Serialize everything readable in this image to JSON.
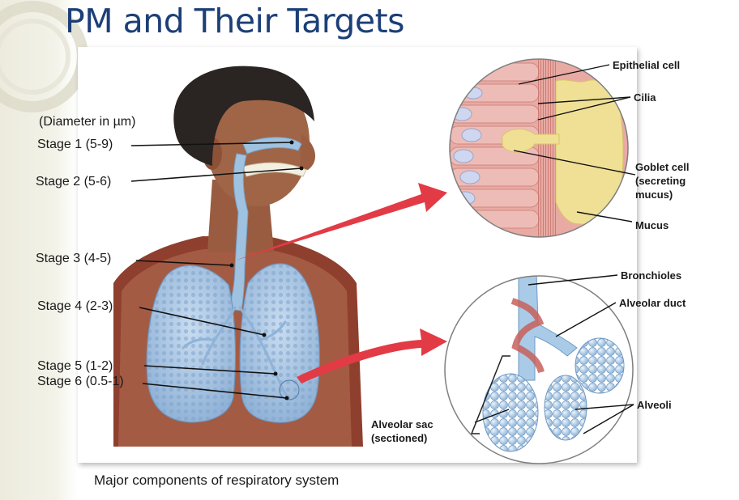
{
  "title": "PM and Their Targets",
  "caption": "Major components of respiratory system",
  "diameter_note": "(Diameter in µm)",
  "stages": [
    {
      "label": "Stage 1 (5-9)"
    },
    {
      "label": "Stage 2 (5-6)"
    },
    {
      "label": "Stage 3 (4-5)"
    },
    {
      "label": "Stage 4 (2-3)"
    },
    {
      "label": "Stage 5 (1-2)"
    },
    {
      "label": "Stage 6 (0.5-1)"
    }
  ],
  "upper_inset": {
    "epithelial_cell": "Epithelial cell",
    "cilia": "Cilia",
    "goblet_cell_line1": "Goblet cell",
    "goblet_cell_line2": "(secreting",
    "goblet_cell_line3": "mucus)",
    "mucus": "Mucus"
  },
  "lower_inset": {
    "bronchioles": "Bronchioles",
    "alveolar_duct": "Alveolar duct",
    "alveoli": "Alveoli",
    "alveolar_sac_line1": "Alveolar sac",
    "alveolar_sac_line2": "(sectioned)"
  },
  "colors": {
    "title": "#1c3f77",
    "skin": "#a06546",
    "hair": "#2a2522",
    "airway": "#9ec2e0",
    "lung": "#a9c6e4",
    "arrow": "#e23b45",
    "mucus": "#efe095",
    "tissue": "#e7a9a3"
  }
}
